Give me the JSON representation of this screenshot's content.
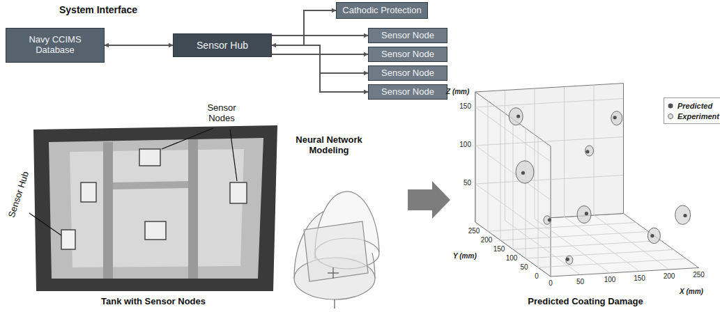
{
  "diagram": {
    "nodes": [
      {
        "text": [
          "Navy CCIMS Database"
        ]
      },
      {
        "text": [
          "Sensor Hub"
        ]
      },
      {
        "text": [
          "Cathodic Protection"
        ]
      },
      {
        "text": [
          "Sensor Node"
        ]
      },
      {
        "text": [
          "Sensor Node"
        ]
      },
      {
        "text": [
          "Sensor Node"
        ]
      },
      {
        "text": [
          "Sensor Node"
        ]
      }
    ],
    "edges": [
      {
        "from": 0,
        "to": 1,
        "arrow": "both"
      },
      {
        "from": 1,
        "to": 2,
        "arrow": "both"
      },
      {
        "from": 1,
        "to": 3,
        "arrow": "to"
      },
      {
        "from": 1,
        "to": 4,
        "arrow": "to"
      },
      {
        "from": 1,
        "to": 5,
        "arrow": "to"
      },
      {
        "from": 1,
        "to": 6,
        "arrow": "to"
      }
    ],
    "labels": [
      "System Interface",
      "Sensor Nodes",
      "Sensor Hub",
      "Tank with Sensor Nodes",
      "Neural Network Modeling",
      "Z (mm)",
      "150",
      "100",
      "50",
      "Y (mm)",
      "250",
      "200",
      "150",
      "100",
      "50",
      "0",
      "X (mm)",
      "0",
      "50",
      "100",
      "150",
      "200",
      "250",
      "Predicted Coating Damage"
    ],
    "legend": [
      {
        "text": "Predicted"
      },
      {
        "text": "Experiment"
      }
    ]
  }
}
